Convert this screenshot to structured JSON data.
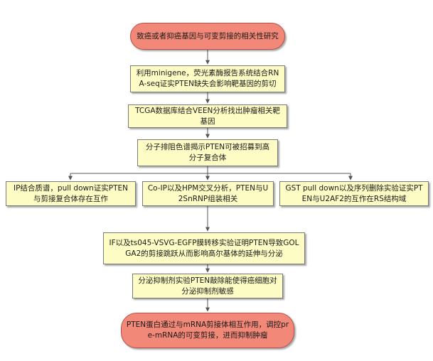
{
  "flow": {
    "start": "致癌或者抑癌基因与可变剪接的相关性研究",
    "step1": "利用minigene，荧光素酶报告系统结合RNA-seq证实PTEN缺失会影响靶基因的剪切",
    "step2": "TCGA数据库结合VEEN分析找出肿瘤相关靶基因",
    "step3": "分子排阻色谱揭示PTEN可被招募到高分子复合体",
    "branch_left": "IP结合质谱，pull down证实PTEN与剪接复合体存在互作",
    "branch_mid": "Co-IP以及HPM交叉分析，PTEN与U2SnRNP组装相关",
    "branch_right": "GST pull down以及序列删除实验证实PTEN与U2AF2的互作在RS结构域",
    "step4": "IF以及ts045-VSVG-EGFP膜转移实验证明PTEN导致GOLGA2的剪接跳跃从而影响高尔基体的延伸与分泌",
    "step5": "分泌抑制剂实验PTEN敲除能使得癌细胞对分泌抑制剂敏感",
    "end": "PTEN蛋白通过与mRNA剪接体相互作用，调控pre-mRNA的可变剪接，进而抑制肿瘤"
  }
}
